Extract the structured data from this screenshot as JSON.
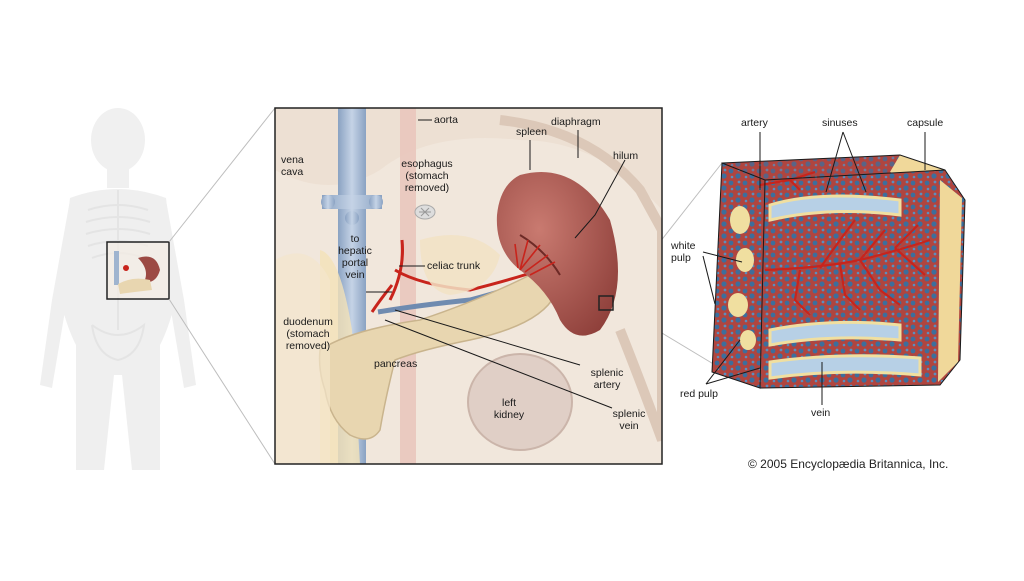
{
  "figure": {
    "detail_labels": {
      "aorta": "aorta",
      "spleen": "spleen",
      "diaphragm": "diaphragm",
      "vena_cava": "vena\ncava",
      "esophagus": "esophagus\n(stomach\nremoved)",
      "hilum": "hilum",
      "to_hepatic_portal_vein": "to\nhepatic\nportal\nvein",
      "celiac_trunk": "celiac trunk",
      "duodenum": "duodenum\n(stomach\nremoved)",
      "pancreas": "pancreas",
      "splenic_artery": "splenic\nartery",
      "left_kidney": "left\nkidney",
      "splenic_vein": "splenic\nvein"
    },
    "tissue_labels": {
      "artery": "artery",
      "sinuses": "sinuses",
      "capsule": "capsule",
      "white_pulp": "white\npulp",
      "red_pulp": "red pulp",
      "vein": "vein"
    },
    "copyright": "© 2005 Encyclopædia Britannica, Inc."
  },
  "colors": {
    "spleen": "#9c4a44",
    "vessel_red": "#c8241c",
    "sinus_blue": "#3d6e9c",
    "white_pulp": "#f0dfa0",
    "pancreas": "#e8d6b0",
    "vena_cava": "#9fb4cf"
  }
}
